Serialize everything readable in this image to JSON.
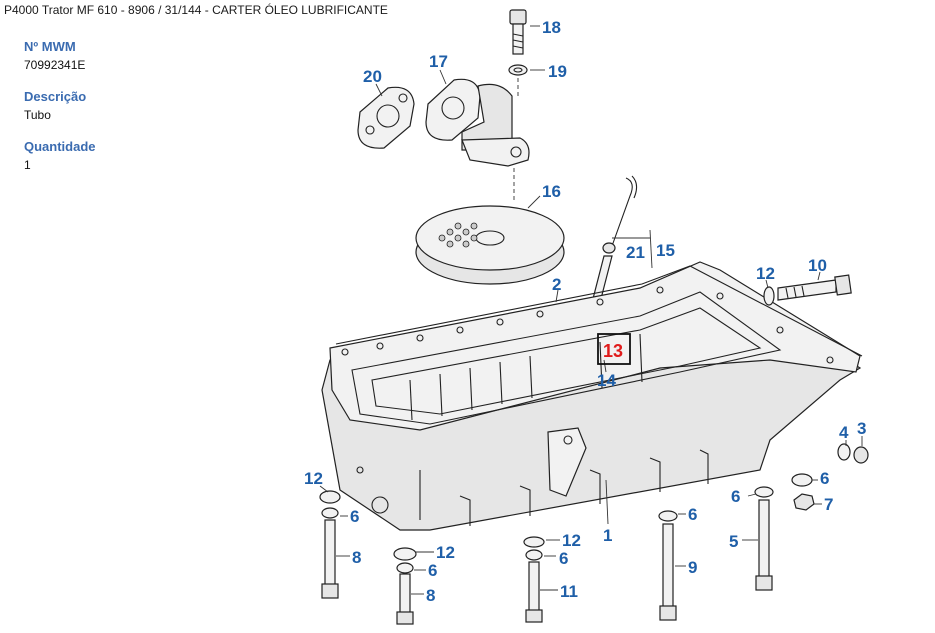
{
  "header": {
    "title": "P4000 Trator MF 610 - 8906  /  31/144 - CARTER ÓLEO LUBRIFICANTE"
  },
  "info": {
    "mwm_label": "Nº MWM",
    "mwm_value": "70992341E",
    "descricao_label": "Descrição",
    "descricao_value": "Tubo",
    "quantidade_label": "Quantidade",
    "quantidade_value": "1"
  },
  "diagram": {
    "highlight_color": "#e01b1b",
    "callout_color": "#1f5fa8",
    "callouts": {
      "c18": "18",
      "c19": "19",
      "c20": "20",
      "c17": "17",
      "c16": "16",
      "c21": "21",
      "c15": "15",
      "c2": "2",
      "c12a": "12",
      "c10": "10",
      "c13": "13",
      "c14": "14",
      "c4": "4",
      "c3": "3",
      "c12b": "12",
      "c6a": "6",
      "c6b": "6",
      "c6c": "6",
      "c7": "7",
      "c1": "1",
      "c6d": "6",
      "c12c": "12",
      "c6e": "6",
      "c12d": "12",
      "c6f": "6",
      "c5": "5",
      "c8a": "8",
      "c8b": "8",
      "c9": "9",
      "c11": "11"
    }
  }
}
